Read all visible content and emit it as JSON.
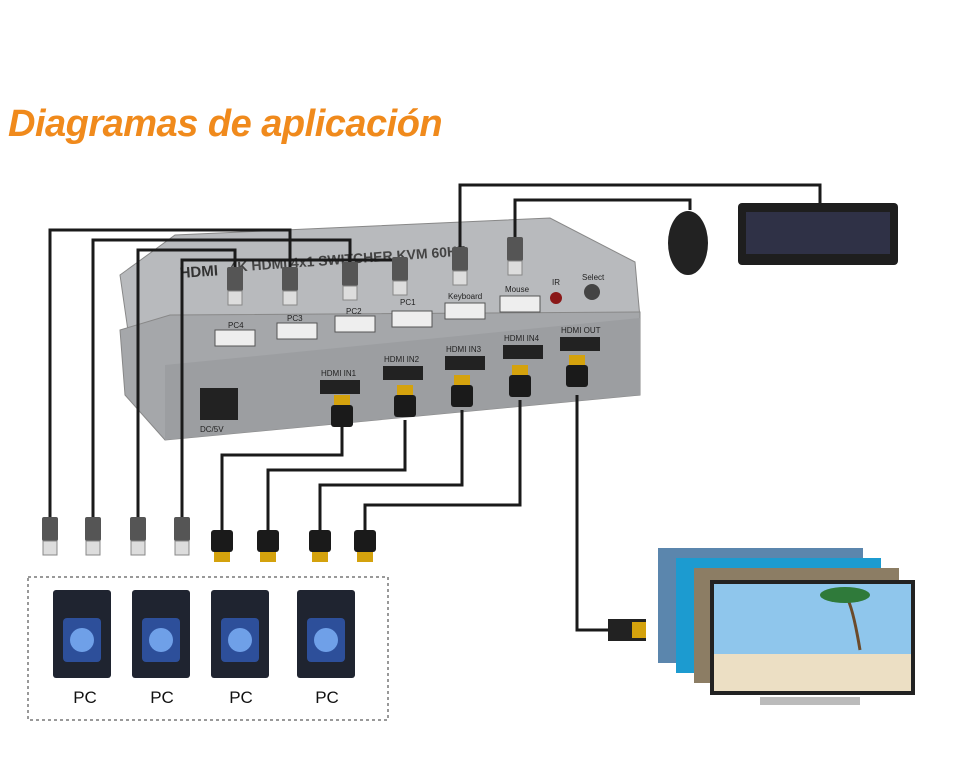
{
  "title": "Diagramas de aplicación",
  "device": {
    "model_text": "4K HDMI 4x1 SWITCHER KVM 60HZ",
    "logo": "HDMI",
    "usb_ports": [
      "PC4",
      "PC3",
      "PC2",
      "PC1",
      "Keyboard",
      "Mouse"
    ],
    "ir_label": "IR",
    "select_label": "Select",
    "hdmi_ports": [
      "HDMI IN1",
      "HDMI IN2",
      "HDMI IN3",
      "HDMI IN4",
      "HDMI OUT"
    ],
    "power_label": "DC/5V"
  },
  "pcs": [
    "PC",
    "PC",
    "PC",
    "PC"
  ],
  "colors": {
    "title": "#f08a1c",
    "device": "#a9abae",
    "cable": "#1a1a1a"
  }
}
